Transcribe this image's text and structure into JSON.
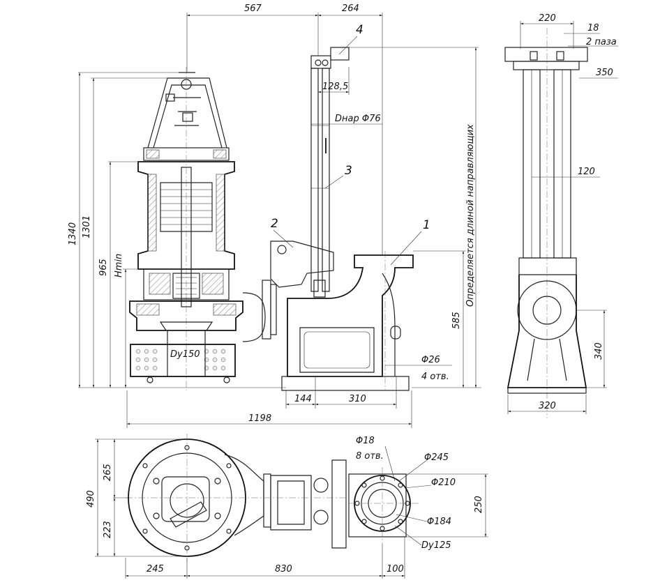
{
  "dims": {
    "top_567": "567",
    "top_264": "264",
    "d_1340": "1340",
    "d_1301": "1301",
    "d_965": "965",
    "hmin": "Hmin",
    "d_585": "585",
    "d_144": "144",
    "d_310": "310",
    "d_1198": "1198",
    "d_128_5": "128,5",
    "dnar": "Dнар Φ76",
    "dy150": "Dy150",
    "d_26": "Φ26",
    "holes_4": "4 отв.",
    "guides_note": "Определяется длиной направляющих",
    "d_220": "220",
    "d_18": "18",
    "slots_2": "2 паза",
    "d_350": "350",
    "d_120": "120",
    "d_340": "340",
    "d_320": "320",
    "d_265": "265",
    "d_490": "490",
    "d_223": "223",
    "d_245": "245",
    "d_830": "830",
    "d_100": "100",
    "d_250": "250",
    "phi18": "Φ18",
    "holes_8": "8 отв.",
    "phi245": "Φ245",
    "phi210": "Φ210",
    "phi184": "Φ184",
    "dy125": "Dy125"
  },
  "callouts": [
    "1",
    "2",
    "3",
    "4"
  ]
}
